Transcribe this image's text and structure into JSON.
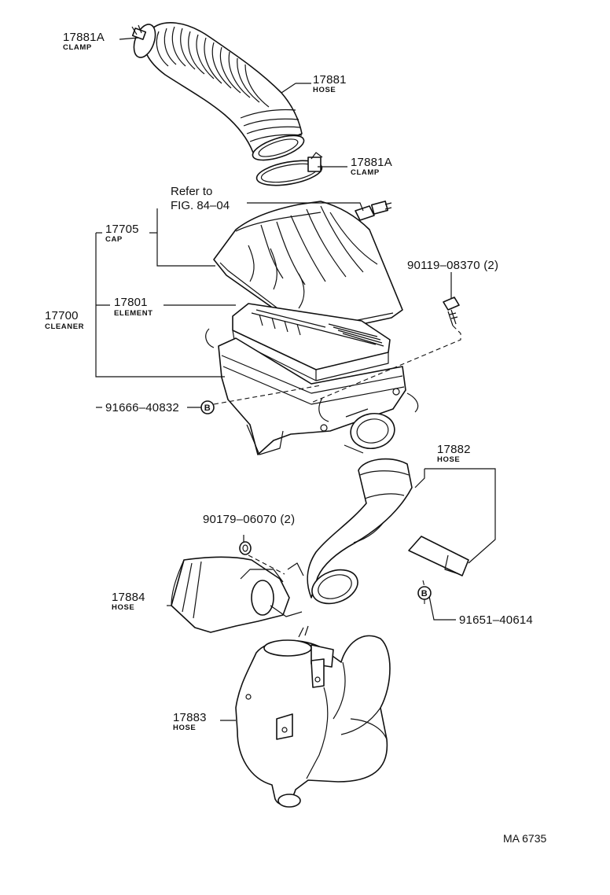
{
  "labels": {
    "clamp_top": {
      "part": "17881A",
      "name": "CLAMP"
    },
    "hose_top": {
      "part": "17881",
      "name": "HOSE"
    },
    "clamp_mid": {
      "part": "17881A",
      "name": "CLAMP"
    },
    "refer_line1": "Refer to",
    "refer_line2": "FIG. 84–04",
    "cap": {
      "part": "17705",
      "name": "CAP"
    },
    "bolt": {
      "part": "90119–08370 (2)"
    },
    "cleaner": {
      "part": "17700",
      "name": "CLEANER"
    },
    "element": {
      "part": "17801",
      "name": "ELEMENT"
    },
    "clip_left": {
      "part": "91666–40832",
      "marker": "B"
    },
    "hose_17882": {
      "part": "17882",
      "name": "HOSE"
    },
    "nut": {
      "part": "90179–06070 (2)"
    },
    "hose_17884": {
      "part": "17884",
      "name": "HOSE"
    },
    "clip_right": {
      "part": "91651–40614",
      "marker": "B"
    },
    "hose_17883": {
      "part": "17883",
      "name": "HOSE"
    },
    "drawing_code": "MA 6735"
  },
  "icons": [
    "clamp-icon",
    "hose-icon",
    "sensor-icon",
    "air-cleaner-cap-icon",
    "filter-element-icon",
    "air-cleaner-case-icon",
    "bolt-icon",
    "nut-icon",
    "clip-icon",
    "resonator-icon"
  ]
}
